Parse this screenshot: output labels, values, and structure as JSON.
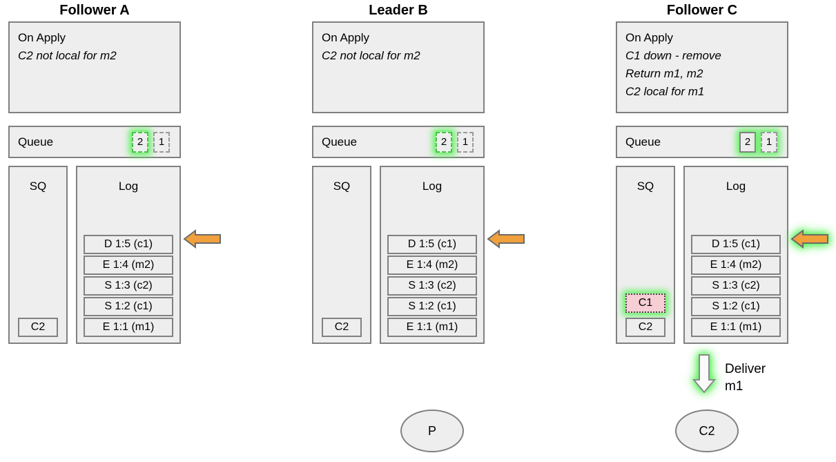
{
  "colors": {
    "panel_fill": "#eeeeee",
    "panel_border": "#808080",
    "arrow_orange": "#f0a03c",
    "glow_green": "#5ff25f",
    "highlight_pink": "#f6ced4",
    "page_background": "#ffffff"
  },
  "nodes": [
    {
      "title": "Follower A",
      "on_apply": {
        "header": "On Apply",
        "lines": [
          "C2 not local for m2"
        ]
      },
      "queue": {
        "label": "Queue",
        "items": [
          {
            "value": "2",
            "style": "dashed-green"
          },
          {
            "value": "1",
            "style": "dashed-gray"
          }
        ]
      },
      "sq": {
        "title": "SQ",
        "items": [
          {
            "value": "C2",
            "style": "plain"
          }
        ]
      },
      "log": {
        "title": "Log",
        "entries": [
          "D 1:5 (c1)",
          "E 1:4 (m2)",
          "S 1:3 (c2)",
          "S 1:2 (c1)",
          "E 1:1 (m1)"
        ]
      },
      "arrow": {
        "present": true,
        "direction": "left",
        "color": "#f0a03c",
        "glow": false
      },
      "deliver": null,
      "ellipse": null
    },
    {
      "title": "Leader B",
      "on_apply": {
        "header": "On Apply",
        "lines": [
          "C2 not local for m2"
        ]
      },
      "queue": {
        "label": "Queue",
        "items": [
          {
            "value": "2",
            "style": "dashed-green"
          },
          {
            "value": "1",
            "style": "dashed-gray"
          }
        ]
      },
      "sq": {
        "title": "SQ",
        "items": [
          {
            "value": "C2",
            "style": "plain"
          }
        ]
      },
      "log": {
        "title": "Log",
        "entries": [
          "D 1:5 (c1)",
          "E 1:4 (m2)",
          "S 1:3 (c2)",
          "S 1:2 (c1)",
          "E 1:1 (m1)"
        ]
      },
      "arrow": {
        "present": true,
        "direction": "left",
        "color": "#f0a03c",
        "glow": false
      },
      "deliver": null,
      "ellipse": {
        "label": "P"
      }
    },
    {
      "title": "Follower C",
      "on_apply": {
        "header": "On Apply",
        "lines": [
          "C1 down - remove",
          "Return m1, m2",
          "C2 local for m1"
        ]
      },
      "queue": {
        "label": "Queue",
        "items": [
          {
            "value": "2",
            "style": "solid-gray glow"
          },
          {
            "value": "1",
            "style": "dashed-gray glow"
          }
        ]
      },
      "sq": {
        "title": "SQ",
        "items": [
          {
            "value": "C1",
            "style": "highlight"
          },
          {
            "value": "C2",
            "style": "plain"
          }
        ]
      },
      "log": {
        "title": "Log",
        "entries": [
          "D 1:5 (c1)",
          "E 1:4 (m2)",
          "S 1:3 (c2)",
          "S 1:2 (c1)",
          "E 1:1 (m1)"
        ]
      },
      "arrow": {
        "present": true,
        "direction": "left",
        "color": "#f0a03c",
        "glow": true
      },
      "deliver": {
        "label": "Deliver\nm1",
        "glow": true
      },
      "ellipse": {
        "label": "C2"
      }
    }
  ]
}
